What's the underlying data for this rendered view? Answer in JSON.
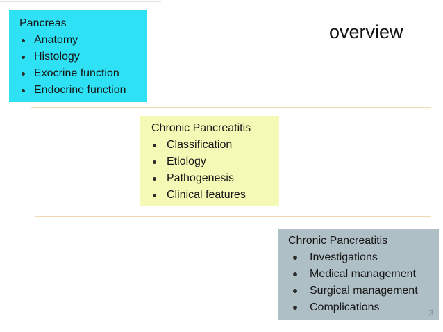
{
  "slide": {
    "header": {
      "title": "overview"
    },
    "page_number": "3",
    "colors": {
      "pancreas_box_bg": "#2FE1F4",
      "chronic1_box_bg": "#F4F9B5",
      "chronic2_box_bg": "#AFBFC6",
      "divider": "#DEAC66",
      "page_number_color": "#76868F"
    },
    "boxes": [
      {
        "title": "Pancreas",
        "items": [
          "Anatomy",
          "Histology",
          "Exocrine function",
          "Endocrine function"
        ]
      },
      {
        "title": "Chronic Pancreatitis",
        "items": [
          "Classification",
          "Etiology",
          "Pathogenesis",
          "Clinical features"
        ]
      },
      {
        "title": "Chronic Pancreatitis",
        "items": [
          "Investigations",
          "Medical management",
          "Surgical management",
          "Complications"
        ]
      }
    ]
  }
}
